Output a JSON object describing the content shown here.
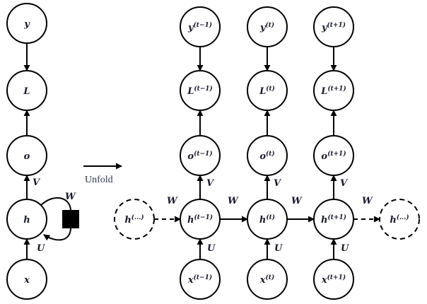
{
  "diagram": {
    "title": "RNN unfolding",
    "unfold_label": "Unfold",
    "folded": {
      "nodes": [
        {
          "id": "y",
          "base": "y",
          "sup": ""
        },
        {
          "id": "L",
          "base": "L",
          "sup": ""
        },
        {
          "id": "o",
          "base": "o",
          "sup": ""
        },
        {
          "id": "h",
          "base": "h",
          "sup": ""
        },
        {
          "id": "x",
          "base": "x",
          "sup": ""
        }
      ],
      "weights": {
        "V": "V",
        "U": "U",
        "W": "W"
      }
    },
    "unfolded": {
      "timesteps": [
        {
          "sup": "(t−1)"
        },
        {
          "sup": "(t)"
        },
        {
          "sup": "(t+1)"
        }
      ],
      "dashed_left": {
        "base": "h",
        "sup": "(...)"
      },
      "dashed_right": {
        "base": "h",
        "sup": "(...)"
      },
      "weights": {
        "V": "V",
        "U": "U",
        "W": "W"
      }
    },
    "colors": {
      "stroke": "#000000",
      "text": "#1a1a2e",
      "background": "#ffffff"
    }
  }
}
